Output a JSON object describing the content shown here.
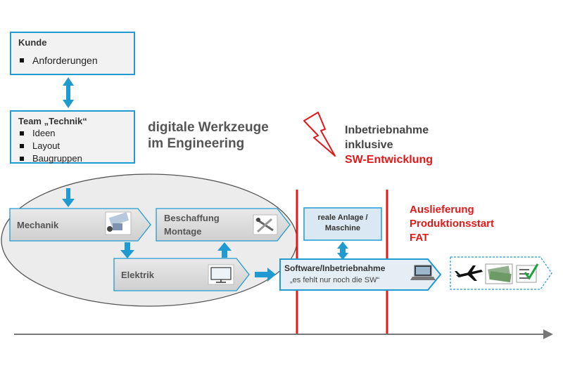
{
  "kunde": {
    "title": "Kunde",
    "items": [
      "Anforderungen"
    ]
  },
  "team": {
    "title": "Team „Technik“",
    "items": [
      "Ideen",
      "Layout",
      "Baugruppen"
    ]
  },
  "tools_heading": {
    "line1": "digitale Werkzeuge",
    "line2": "im Engineering"
  },
  "commissioning": {
    "line1": "Inbetriebnahme",
    "line2": "inklusive",
    "line3": "SW-Entwicklung"
  },
  "delivery": {
    "line1": "Auslieferung",
    "line2": "Produktionsstart",
    "line3": "FAT"
  },
  "process": {
    "mechanik": "Mechanik",
    "beschaffung_line1": "Beschaffung",
    "beschaffung_line2": "Montage",
    "elektrik": "Elektrik",
    "software_line1": "Software/Inbetriebnahme",
    "software_line2": "„es fehlt nur noch die SW“",
    "anlage_line1": "reale Anlage /",
    "anlage_line2": "Maschine"
  },
  "colors": {
    "accent_blue": "#1f9bd1",
    "red": "#e31818",
    "grey_box": "#d9d9d9",
    "ellipse": "#ececec"
  },
  "icons": [
    "person-icon",
    "team-icon",
    "lightning-icon",
    "mechanics-icon",
    "tools-icon",
    "monitor-icon",
    "laptop-icon",
    "airplane-icon",
    "money-icon",
    "checklist-icon"
  ]
}
